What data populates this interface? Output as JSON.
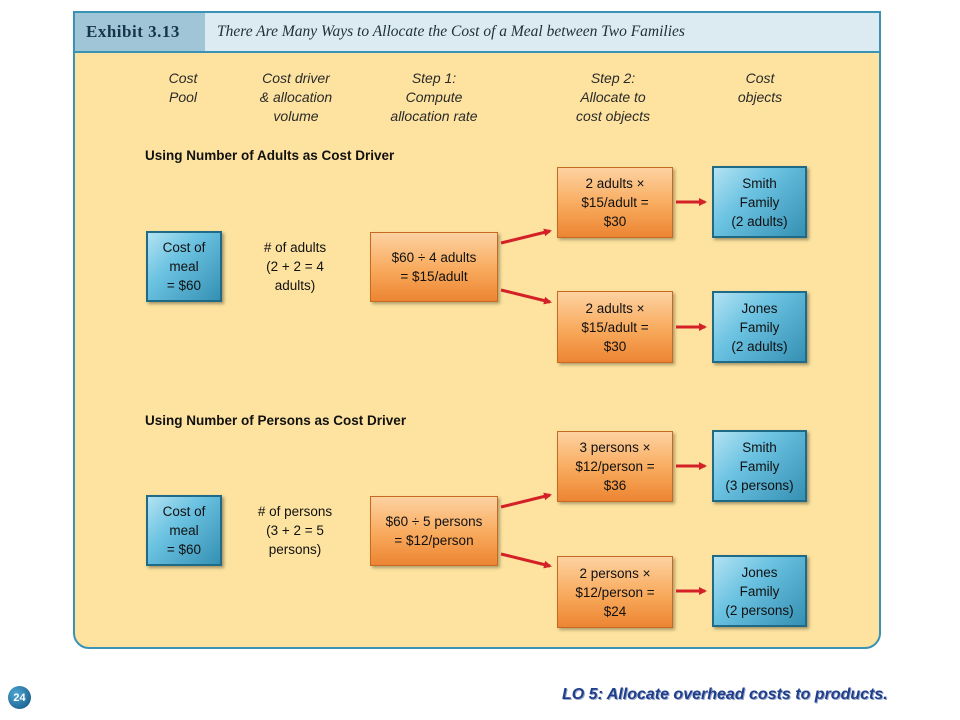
{
  "exhibit": {
    "label": "Exhibit 3.13",
    "title": "There Are Many Ways to Allocate the Cost of a Meal between Two Families"
  },
  "columns": {
    "cost_pool": "Cost\nPool",
    "cost_driver": "Cost driver\n& allocation\nvolume",
    "step1": "Step 1:\nCompute\nallocation rate",
    "step2": "Step 2:\nAllocate to\ncost objects",
    "cost_objects": "Cost\nobjects"
  },
  "sections": [
    {
      "heading": "Using Number of Adults as Cost Driver",
      "pool": "Cost of\nmeal\n= $60",
      "driver": "# of adults\n(2 + 2 = 4\nadults)",
      "rate": "$60 ÷ 4 adults\n= $15/adult",
      "allocations": [
        "2 adults ×\n$15/adult =\n$30",
        "2 adults ×\n$15/adult =\n$30"
      ],
      "objects": [
        "Smith\nFamily\n(2 adults)",
        "Jones\nFamily\n(2 adults)"
      ]
    },
    {
      "heading": "Using Number of Persons as Cost Driver",
      "pool": "Cost of\nmeal\n= $60",
      "driver": "# of persons\n(3 + 2 = 5\npersons)",
      "rate": "$60 ÷ 5 persons\n= $12/person",
      "allocations": [
        "3 persons ×\n$12/person =\n$36",
        "2 persons ×\n$12/person =\n$24"
      ],
      "objects": [
        "Smith\nFamily\n(3 persons)",
        "Jones\nFamily\n(2 persons)"
      ]
    }
  ],
  "colors": {
    "panel": "#fde39f",
    "border": "#3a93b4",
    "arrow": "#d42027",
    "blue_box": "#6cc3e2",
    "orange_box": "#f8a95b"
  },
  "footer": {
    "page_number": "24",
    "objective": "LO 5:  Allocate overhead costs to products."
  }
}
